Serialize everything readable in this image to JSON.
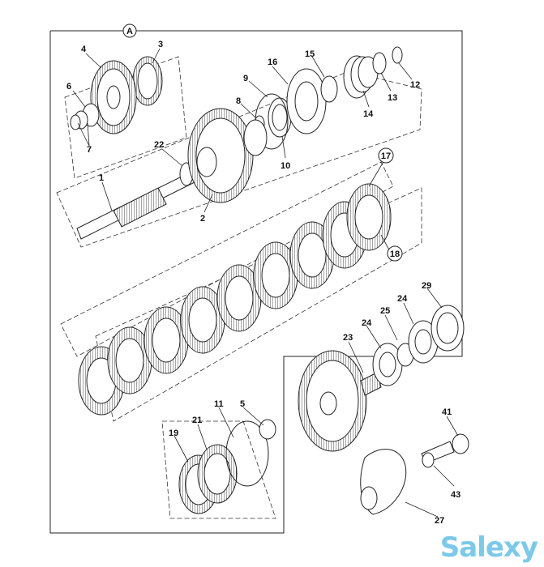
{
  "diagram": {
    "section_marker": "A",
    "callouts": [
      {
        "id": "c4",
        "text": "4"
      },
      {
        "id": "c3",
        "text": "3"
      },
      {
        "id": "c6",
        "text": "6"
      },
      {
        "id": "c7",
        "text": "7"
      },
      {
        "id": "c16",
        "text": "16"
      },
      {
        "id": "c15",
        "text": "15"
      },
      {
        "id": "c9",
        "text": "9"
      },
      {
        "id": "c8",
        "text": "8"
      },
      {
        "id": "c12",
        "text": "12"
      },
      {
        "id": "c13",
        "text": "13"
      },
      {
        "id": "c14",
        "text": "14"
      },
      {
        "id": "c10",
        "text": "10"
      },
      {
        "id": "c22",
        "text": "22"
      },
      {
        "id": "c1",
        "text": "1"
      },
      {
        "id": "c2",
        "text": "2"
      },
      {
        "id": "c17",
        "text": "17"
      },
      {
        "id": "c18",
        "text": "18"
      },
      {
        "id": "c29",
        "text": "29"
      },
      {
        "id": "c24a",
        "text": "24"
      },
      {
        "id": "c25",
        "text": "25"
      },
      {
        "id": "c24b",
        "text": "24"
      },
      {
        "id": "c23",
        "text": "23"
      },
      {
        "id": "c11",
        "text": "11"
      },
      {
        "id": "c5",
        "text": "5"
      },
      {
        "id": "c21",
        "text": "21"
      },
      {
        "id": "c19",
        "text": "19"
      },
      {
        "id": "c41",
        "text": "41"
      },
      {
        "id": "c43",
        "text": "43"
      },
      {
        "id": "c27",
        "text": "27"
      }
    ],
    "circled_callouts": [
      "17",
      "18"
    ],
    "watermark": "Salexy"
  }
}
